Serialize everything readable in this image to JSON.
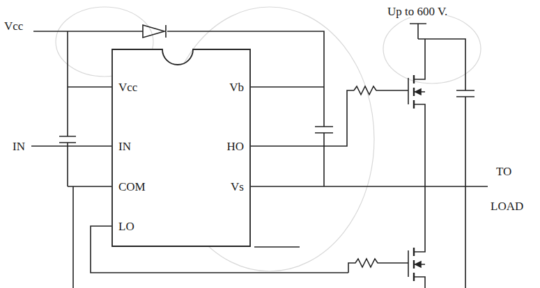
{
  "diagram": {
    "nodes": [
      {
        "text": [
          "Vcc",
          "IN",
          "COM",
          "LO",
          "Vb",
          "HO",
          "Vs"
        ]
      }
    ],
    "labels": [
      "Vcc",
      "IN",
      "Up to 600 V.",
      "TO",
      "LOAD"
    ]
  }
}
